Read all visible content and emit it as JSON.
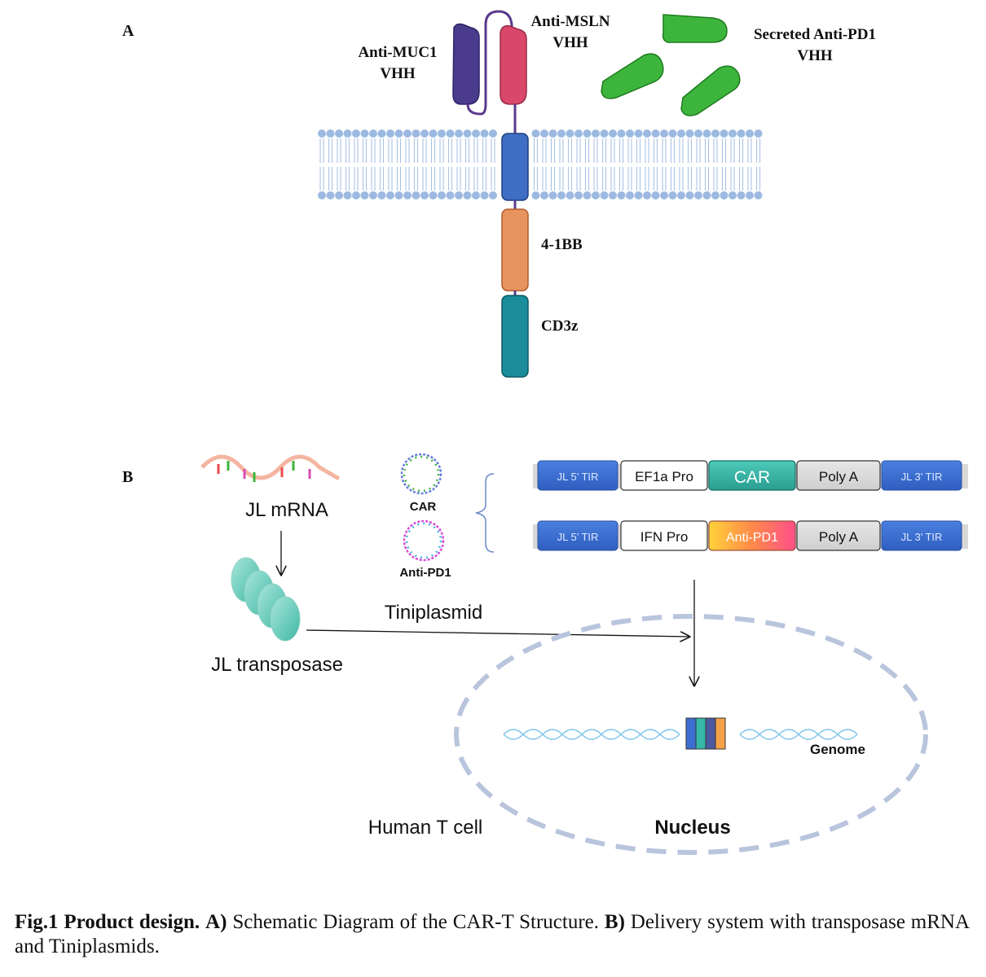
{
  "panel_a": {
    "label": "A",
    "anti_muc1": [
      "Anti-MUC1",
      "VHH"
    ],
    "anti_msln": [
      "Anti-MSLN",
      "VHH"
    ],
    "secreted": [
      "Secreted Anti-PD1",
      "VHH"
    ],
    "domain_41bb": "4-1BB",
    "domain_cd3z": "CD3z"
  },
  "panel_b": {
    "label": "B",
    "jl_mrna": "JL mRNA",
    "jl_transposase": "JL transposase",
    "tiniplasmid": "Tiniplasmid",
    "plasmid_car": "CAR",
    "plasmid_pd1": "Anti-PD1",
    "construct_car": {
      "tir5": "JL 5’ TIR",
      "promoter": "EF1a Pro",
      "cargo": "CAR",
      "polya": "Poly A",
      "tir3": "JL 3’ TIR"
    },
    "construct_pd1": {
      "tir5": "JL 5’ TIR",
      "promoter": "IFN Pro",
      "cargo": "Anti-PD1",
      "polya": "Poly A",
      "tir3": "JL 3’ TIR"
    },
    "genome": "Genome",
    "human_t_cell": "Human T cell",
    "nucleus": "Nucleus"
  },
  "caption": {
    "lead": "Fig.1 Product design.",
    "a_marker": "A)",
    "a_text": "Schematic Diagram of the CAR-T Structure.",
    "b_marker": "B)",
    "b_text": "Delivery system with transposase mRNA  and Tiniplasmids."
  },
  "colors": {
    "muc1": "#4b3b8c",
    "msln": "#d9486a",
    "tm": "#3f6fc4",
    "bb41": "#e8945e",
    "cd3z": "#1b8c99",
    "vhh_green": "#3db53d",
    "tir_blue": "#3d6fd0",
    "car_teal": "#36b7a8",
    "nucleus": "#b9c4dd",
    "membrane": "#8fb0dc"
  }
}
